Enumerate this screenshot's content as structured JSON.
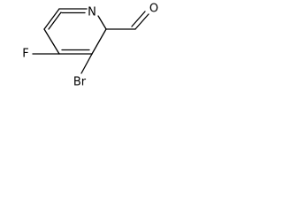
{
  "molecule": {
    "atoms": {
      "nitrogen": "N",
      "oxygen": "O",
      "fluorine": "F",
      "bromine": "Br"
    },
    "colors": {
      "bond": "#000000",
      "label": "#000000",
      "background": "#ffffff"
    }
  }
}
